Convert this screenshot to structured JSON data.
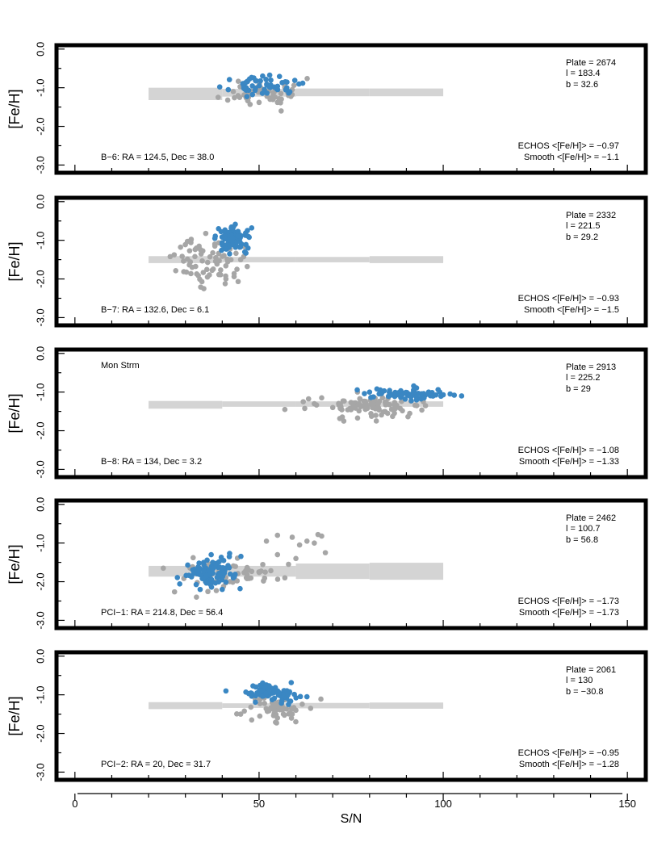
{
  "figure": {
    "xlabel": "S/N",
    "x_ticks": [
      0,
      50,
      100,
      150
    ],
    "x_tick_labels": [
      "0",
      "50",
      "100",
      "150"
    ],
    "colors": {
      "echos": "#3a87c3",
      "other": "#a6a6a6",
      "smooth": "#d4d4d4",
      "frame": "#000000"
    }
  },
  "chart_data": [
    {
      "type": "scatter",
      "ylabel": "[Fe/H]",
      "xlim": [
        -5,
        155
      ],
      "ylim": [
        -3.2,
        0.1
      ],
      "y_ticks": [
        0,
        -1,
        -2,
        -3
      ],
      "y_tick_labels": [
        "0.0",
        "-1.0",
        "-2.0",
        "-3.0"
      ],
      "plate_text": "Plate = 2674",
      "l_text": "l = 183.4",
      "b_text": "b = 32.6",
      "field_text": "B−6: RA = 124.5, Dec = 38.0",
      "extra_label": "",
      "echos_text": "ECHOS <[Fe/H]> = −0.97",
      "smooth_text": "Smooth <[Fe/H]> = −1.1",
      "smooth_band": [
        {
          "x0": 20,
          "x1": 40,
          "y_mid": -1.16,
          "half": 0.16
        },
        {
          "x0": 40,
          "x1": 60,
          "y_mid": -1.13,
          "half": 0.1
        },
        {
          "x0": 60,
          "x1": 80,
          "y_mid": -1.12,
          "half": 0.1
        },
        {
          "x0": 80,
          "x1": 100,
          "y_mid": -1.12,
          "half": 0.1
        }
      ],
      "gray": {
        "n": 45,
        "seed": 11,
        "x_center": 51.5,
        "x_spread": 5,
        "y_center": -1.12,
        "y_spread": 0.18
      },
      "gray_extra": [
        [
          43,
          -1.1
        ],
        [
          47,
          -1.08
        ],
        [
          55,
          -1.38
        ],
        [
          56,
          -1.6
        ],
        [
          53,
          -1.3
        ],
        [
          59,
          -1.05
        ],
        [
          58,
          -1.2
        ],
        [
          50,
          -1.38
        ]
      ],
      "blue": {
        "n": 55,
        "seed": 23,
        "x_center": 51.5,
        "x_spread": 4.5,
        "y_center": -0.95,
        "y_spread": 0.11
      },
      "blue_extra": []
    },
    {
      "type": "scatter",
      "ylabel": "[Fe/H]",
      "xlim": [
        -5,
        155
      ],
      "ylim": [
        -3.2,
        0.1
      ],
      "y_ticks": [
        0,
        -1,
        -2,
        -3
      ],
      "y_tick_labels": [
        "0.0",
        "-1.0",
        "-2.0",
        "-3.0"
      ],
      "plate_text": "Plate = 2332",
      "l_text": "l = 221.5",
      "b_text": "b = 29.2",
      "field_text": "B−7: RA = 132.6, Dec = 6.1",
      "extra_label": "",
      "echos_text": "ECHOS <[Fe/H]> = −0.93",
      "smooth_text": "Smooth <[Fe/H]> = −1.5",
      "smooth_band": [
        {
          "x0": 20,
          "x1": 40,
          "y_mid": -1.5,
          "half": 0.09
        },
        {
          "x0": 40,
          "x1": 60,
          "y_mid": -1.5,
          "half": 0.07
        },
        {
          "x0": 60,
          "x1": 80,
          "y_mid": -1.5,
          "half": 0.07
        },
        {
          "x0": 80,
          "x1": 100,
          "y_mid": -1.5,
          "half": 0.09
        }
      ],
      "gray": {
        "n": 70,
        "seed": 37,
        "x_center": 36.5,
        "x_spread": 4.5,
        "y_center": -1.55,
        "y_spread": 0.3
      },
      "gray_extra": [
        [
          35,
          -2.25
        ],
        [
          41,
          -2.0
        ],
        [
          44,
          -1.75
        ],
        [
          33,
          -1.2
        ],
        [
          38,
          -1.15
        ],
        [
          45,
          -1.5
        ]
      ],
      "blue": {
        "n": 75,
        "seed": 41,
        "x_center": 43.5,
        "x_spread": 2.3,
        "y_center": -0.95,
        "y_spread": 0.15
      },
      "blue_extra": [
        [
          39,
          -0.7
        ],
        [
          48,
          -0.68
        ],
        [
          42,
          -1.35
        ],
        [
          38,
          -0.95
        ],
        [
          47,
          -1.2
        ]
      ]
    },
    {
      "type": "scatter",
      "ylabel": "[Fe/H]",
      "xlim": [
        -5,
        155
      ],
      "ylim": [
        -3.2,
        0.1
      ],
      "y_ticks": [
        0,
        -1,
        -2,
        -3
      ],
      "y_tick_labels": [
        "0.0",
        "-1.0",
        "-2.0",
        "-3.0"
      ],
      "plate_text": "Plate = 2913",
      "l_text": "l = 225.2",
      "b_text": "b = 29",
      "field_text": "B−8: RA = 134, Dec = 3.2",
      "extra_label": "Mon Strm",
      "echos_text": "ECHOS <[Fe/H]> = −1.08",
      "smooth_text": "Smooth <[Fe/H]> = −1.33",
      "smooth_band": [
        {
          "x0": 20,
          "x1": 40,
          "y_mid": -1.33,
          "half": 0.1
        },
        {
          "x0": 40,
          "x1": 60,
          "y_mid": -1.31,
          "half": 0.07
        },
        {
          "x0": 60,
          "x1": 80,
          "y_mid": -1.31,
          "half": 0.07
        },
        {
          "x0": 80,
          "x1": 100,
          "y_mid": -1.31,
          "half": 0.07
        }
      ],
      "gray": {
        "n": 95,
        "seed": 53,
        "x_center": 81,
        "x_spread": 7,
        "y_center": -1.35,
        "y_spread": 0.14
      },
      "gray_extra": [
        [
          57,
          -1.45
        ],
        [
          62,
          -1.25
        ],
        [
          67,
          -1.15
        ],
        [
          73,
          -1.75
        ],
        [
          70,
          -1.4
        ],
        [
          65,
          -1.3
        ]
      ],
      "blue": {
        "n": 80,
        "seed": 59,
        "x_center": 91,
        "x_spread": 5,
        "y_center": -1.07,
        "y_spread": 0.06
      },
      "blue_extra": [
        [
          100,
          -1.07
        ],
        [
          103,
          -1.08
        ],
        [
          105,
          -1.1
        ],
        [
          80,
          -1.0
        ],
        [
          82,
          -0.92
        ],
        [
          96,
          -1.05
        ]
      ]
    },
    {
      "type": "scatter",
      "ylabel": "[Fe/H]",
      "xlim": [
        -5,
        155
      ],
      "ylim": [
        -3.2,
        0.1
      ],
      "y_ticks": [
        0,
        -1,
        -2,
        -3
      ],
      "y_tick_labels": [
        "0.0",
        "-1.0",
        "-2.0",
        "-3.0"
      ],
      "plate_text": "Plate = 2462",
      "l_text": "l = 100.7",
      "b_text": "b = 56.8",
      "field_text": "PCI−1: RA = 214.8, Dec = 56.4",
      "extra_label": "",
      "echos_text": "ECHOS <[Fe/H]> = −1.73",
      "smooth_text": "Smooth <[Fe/H]> = −1.73",
      "smooth_band": [
        {
          "x0": 20,
          "x1": 40,
          "y_mid": -1.73,
          "half": 0.14
        },
        {
          "x0": 40,
          "x1": 60,
          "y_mid": -1.73,
          "half": 0.14
        },
        {
          "x0": 60,
          "x1": 80,
          "y_mid": -1.73,
          "half": 0.2
        },
        {
          "x0": 80,
          "x1": 100,
          "y_mid": -1.73,
          "half": 0.22
        }
      ],
      "gray": {
        "n": 60,
        "seed": 71,
        "x_center": 42,
        "x_spread": 7,
        "y_center": -1.85,
        "y_spread": 0.2
      },
      "gray_extra": [
        [
          52,
          -0.95
        ],
        [
          55,
          -0.8
        ],
        [
          59,
          -0.85
        ],
        [
          61,
          -1.05
        ],
        [
          63,
          -0.95
        ],
        [
          65,
          -1.0
        ],
        [
          66,
          -0.78
        ],
        [
          67,
          -0.82
        ],
        [
          68,
          -1.25
        ],
        [
          55,
          -1.3
        ],
        [
          60,
          -1.4
        ],
        [
          24,
          -1.65
        ],
        [
          58,
          -1.55
        ],
        [
          33,
          -2.4
        ],
        [
          57,
          -1.9
        ]
      ],
      "blue": {
        "n": 90,
        "seed": 83,
        "x_center": 37,
        "x_spread": 3.3,
        "y_center": -1.8,
        "y_spread": 0.18
      },
      "blue_extra": [
        [
          42,
          -1.27
        ],
        [
          37,
          -1.3
        ],
        [
          34,
          -2.2
        ],
        [
          40,
          -2.2
        ],
        [
          43,
          -1.9
        ]
      ]
    },
    {
      "type": "scatter",
      "ylabel": "[Fe/H]",
      "xlim": [
        -5,
        155
      ],
      "ylim": [
        -3.2,
        0.1
      ],
      "y_ticks": [
        0,
        -1,
        -2,
        -3
      ],
      "y_tick_labels": [
        "0.0",
        "-1.0",
        "-2.0",
        "-3.0"
      ],
      "plate_text": "Plate = 2061",
      "l_text": "l = 130",
      "b_text": "b = −30.8",
      "field_text": "PCI−2: RA = 20, Dec = 31.7",
      "extra_label": "",
      "echos_text": "ECHOS <[Fe/H]> = −0.95",
      "smooth_text": "Smooth <[Fe/H]> = −1.28",
      "smooth_band": [
        {
          "x0": 20,
          "x1": 40,
          "y_mid": -1.28,
          "half": 0.09
        },
        {
          "x0": 40,
          "x1": 60,
          "y_mid": -1.28,
          "half": 0.06
        },
        {
          "x0": 60,
          "x1": 80,
          "y_mid": -1.28,
          "half": 0.07
        },
        {
          "x0": 80,
          "x1": 100,
          "y_mid": -1.28,
          "half": 0.08
        }
      ],
      "gray": {
        "n": 55,
        "seed": 97,
        "x_center": 53,
        "x_spread": 4.5,
        "y_center": -1.35,
        "y_spread": 0.18
      },
      "gray_extra": [
        [
          45,
          -1.5
        ],
        [
          46,
          -1.42
        ],
        [
          48,
          -1.65
        ],
        [
          55,
          -1.6
        ],
        [
          60,
          -1.4
        ],
        [
          64,
          -1.35
        ],
        [
          59,
          -1.5
        ]
      ],
      "blue": {
        "n": 70,
        "seed": 101,
        "x_center": 53,
        "x_spread": 3.5,
        "y_center": -0.93,
        "y_spread": 0.12
      },
      "blue_extra": [
        [
          41,
          -0.9
        ],
        [
          63,
          -1.05
        ],
        [
          58,
          -1.25
        ]
      ]
    }
  ]
}
